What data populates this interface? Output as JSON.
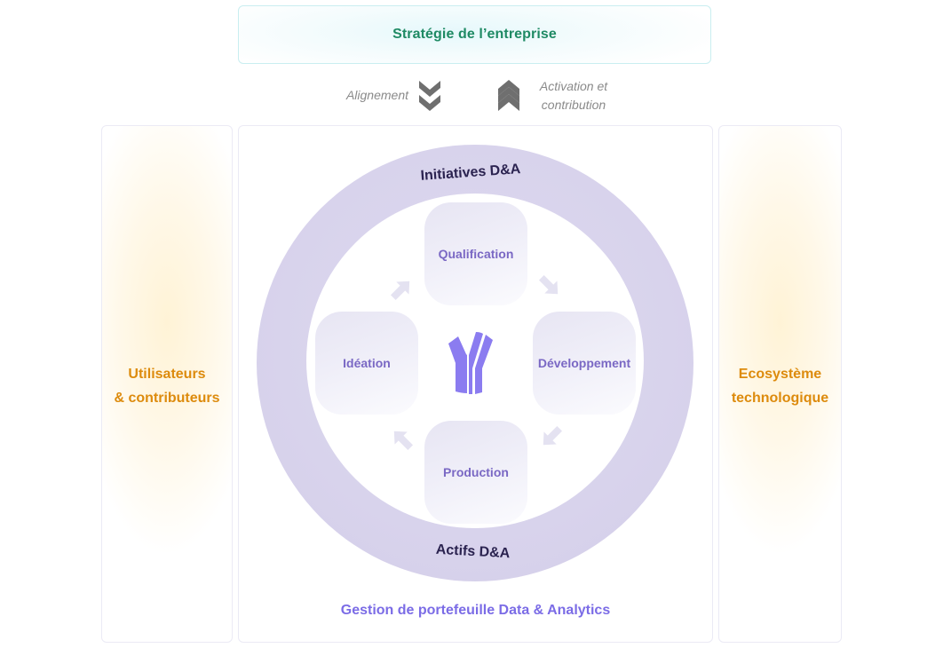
{
  "header": {
    "title": "Stratégie de l’entreprise",
    "title_color": "#1f8a64"
  },
  "flows": {
    "down_label": "Alignement",
    "down_icon": "double-chevron-down-icon",
    "up_label_line1": "Activation et",
    "up_label_line2": "contribution",
    "up_icon": "double-chevron-up-icon",
    "icon_color": "#6f6f6f"
  },
  "left_panel": {
    "line1": "Utilisateurs",
    "line2": "& contributeurs"
  },
  "right_panel": {
    "line1": "Ecosystème",
    "line2": "technologique"
  },
  "side_text_color": "#dd8b0d",
  "ring": {
    "top_label": "Initiatives D&A",
    "bottom_label": "Actifs D&A",
    "ring_color": "#d8d3ec",
    "label_color": "#2b2350"
  },
  "cycle": {
    "stages": [
      {
        "label": "Qualification"
      },
      {
        "label": "Développement"
      },
      {
        "label": "Production"
      },
      {
        "label": "Idéation"
      }
    ],
    "stage_text_color": "#7a68c4",
    "logo_icon": "y-brand-logo-icon",
    "logo_color": "#8b7cf0"
  },
  "footer": {
    "title": "Gestion de portefeuille Data & Analytics",
    "color": "#7b6ce6"
  }
}
